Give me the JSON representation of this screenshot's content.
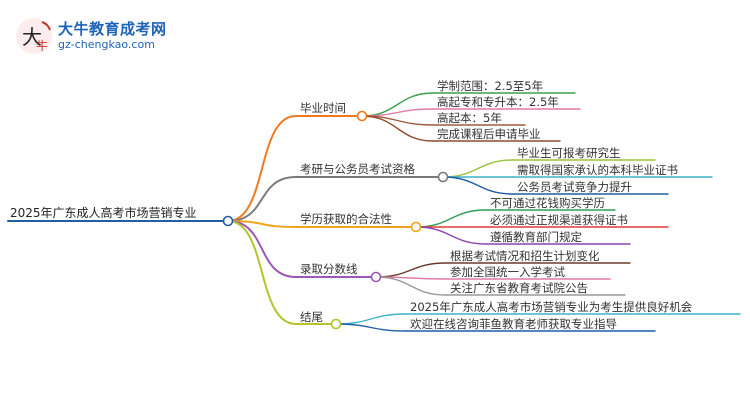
{
  "brand": {
    "name": "大牛教育成考网",
    "domain": "gz-chengkao.com"
  },
  "root": "2025年广东成人高考市场营销专业",
  "branches": [
    {
      "label": "毕业时间",
      "color": "#f07a1e",
      "children": [
        {
          "label": "学制范围：2.5至5年",
          "color": "#3aa14a"
        },
        {
          "label": "高起专和专升本：2.5年",
          "color": "#e07aa7"
        },
        {
          "label": "高起本：5年",
          "color": "#a35a3a"
        },
        {
          "label": "完成课程后申请毕业",
          "color": "#8f4b2c"
        }
      ]
    },
    {
      "label": "考研与公务员考试资格",
      "color": "#7a7a7a",
      "children": [
        {
          "label": "毕业生可报考研究生",
          "color": "#9ac23c"
        },
        {
          "label": "需取得国家承认的本科毕业证书",
          "color": "#3bb3c7"
        },
        {
          "label": "公务员考试竞争力提升",
          "color": "#1f5ea8"
        }
      ]
    },
    {
      "label": "学历获取的合法性",
      "color": "#f0a51e",
      "children": [
        {
          "label": "不可通过花钱购买学历",
          "color": "#2f9e56"
        },
        {
          "label": "必须通过正规渠道获得证书",
          "color": "#e03a3a"
        },
        {
          "label": "遵循教育部门规定",
          "color": "#8e44ad"
        }
      ]
    },
    {
      "label": "录取分数线",
      "color": "#9b59b6",
      "children": [
        {
          "label": "根据考试情况和招生计划变化",
          "color": "#6b3a2a"
        },
        {
          "label": "参加全国统一入学考试",
          "color": "#e07aa7"
        },
        {
          "label": "关注广东省教育考试院公告",
          "color": "#9a9a9a"
        }
      ]
    },
    {
      "label": "结尾",
      "color": "#b5c42b",
      "children": [
        {
          "label": "2025年广东成人高考市场营销专业为考生提供良好机会",
          "color": "#3bb3c7"
        },
        {
          "label": "欢迎在线咨询菲鱼教育老师获取专业指导",
          "color": "#1f5ea8"
        }
      ]
    }
  ],
  "colors": {
    "root_underline": "#1f5ea8"
  }
}
